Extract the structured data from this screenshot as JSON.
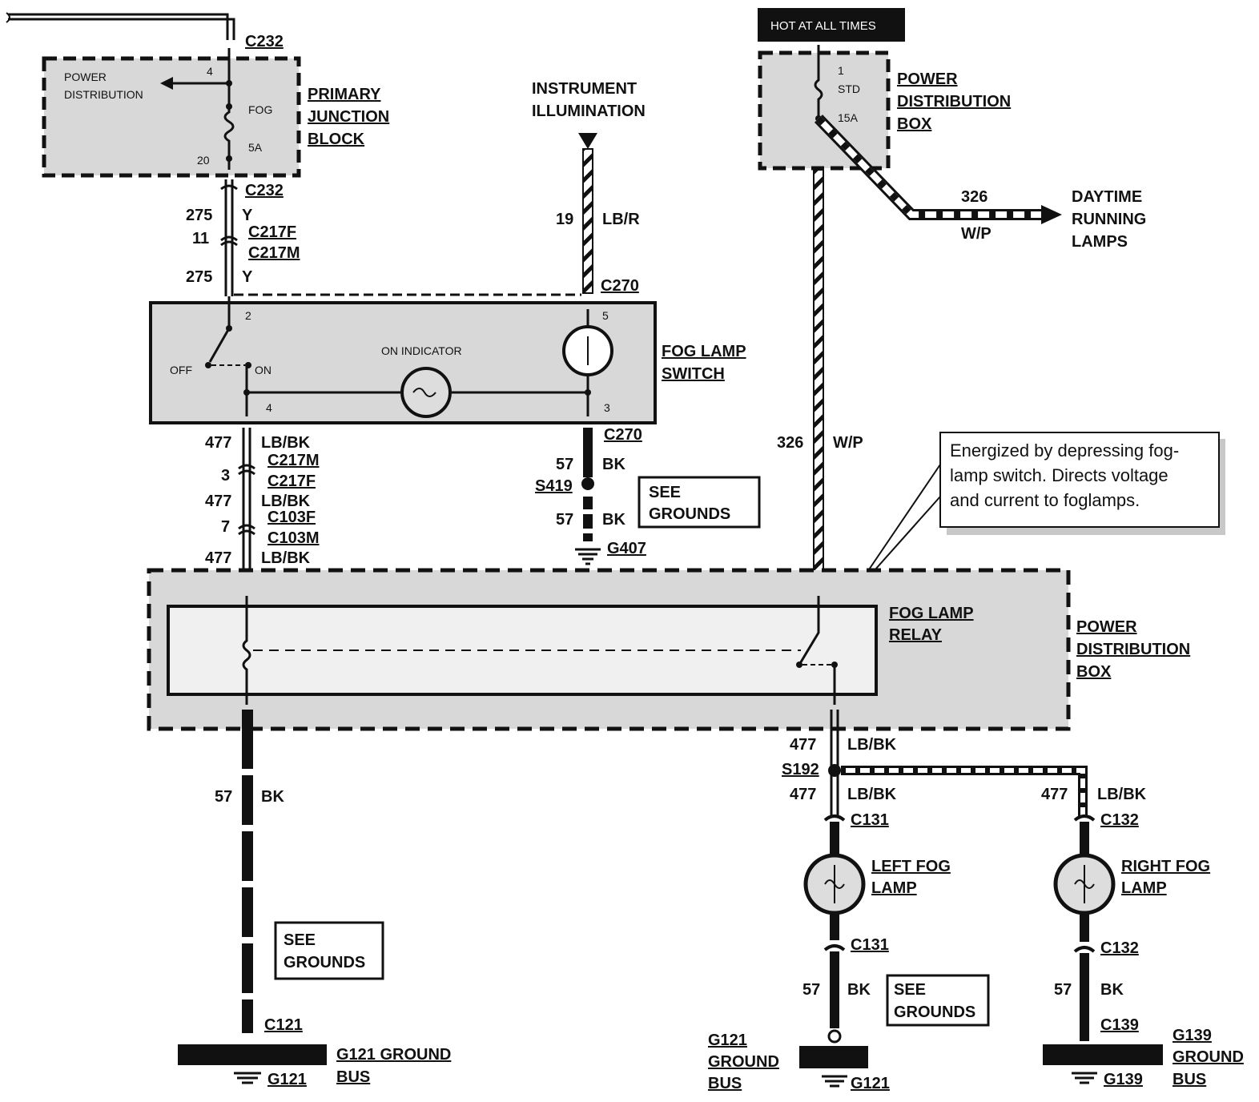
{
  "hot_banner": "HOT AT ALL TIMES",
  "primary_junction": {
    "title": [
      "PRIMARY",
      "JUNCTION",
      "BLOCK"
    ],
    "inner_label": [
      "POWER",
      "DISTRIBUTION"
    ],
    "fuse_name": "FOG",
    "fuse_rating": "5A",
    "pin_top": "4",
    "pin_bottom": "20",
    "conn_top": "C232",
    "conn_bottom": "C232"
  },
  "pdb_top": {
    "title": [
      "POWER",
      "DISTRIBUTION",
      "BOX"
    ],
    "pin": "1",
    "fuse_name": "STD",
    "fuse_rating": "15A"
  },
  "instrument": [
    "INSTRUMENT",
    "ILLUMINATION"
  ],
  "drl": {
    "circuit": "326",
    "color": "W/P",
    "label": [
      "DAYTIME",
      "RUNNING",
      "LAMPS"
    ]
  },
  "left_upper_wires": {
    "c1": "275",
    "col1": "Y",
    "pin1": "11",
    "connF": "C217F",
    "connM": "C217M",
    "c2": "275",
    "col2": "Y"
  },
  "instr_wire": {
    "circuit": "19",
    "color": "LB/R",
    "conn": "C270"
  },
  "switch": {
    "title": [
      "FOG LAMP",
      "SWITCH"
    ],
    "pin2": "2",
    "pin4": "4",
    "pin5": "5",
    "pin3": "3",
    "off": "OFF",
    "on": "ON",
    "indicator": "ON INDICATOR"
  },
  "left_mid_wires": {
    "c1": "477",
    "col1": "LB/BK",
    "conn1": "C217M",
    "pin2": "3",
    "conn2": "C217F",
    "c3": "477",
    "col3": "LB/BK",
    "conn3": "C103F",
    "pin4": "7",
    "conn4": "C103M",
    "c5": "477",
    "col5": "LB/BK"
  },
  "sw_ground": {
    "conn": "C270",
    "c1": "57",
    "col1": "BK",
    "splice": "S419",
    "c2": "57",
    "col2": "BK",
    "ground": "G407"
  },
  "see_grounds": [
    "SEE",
    "GROUNDS"
  ],
  "pdb_wire": {
    "circuit": "326",
    "color": "W/P"
  },
  "callout": [
    "Energized by depressing fog-",
    "lamp switch. Directs voltage",
    "and current to foglamps."
  ],
  "relay": {
    "title": [
      "FOG LAMP",
      "RELAY"
    ]
  },
  "pdb_bottom": {
    "title": [
      "POWER",
      "DISTRIBUTION",
      "BOX"
    ]
  },
  "left_ground": {
    "circuit": "57",
    "color": "BK",
    "conn": "C121",
    "bus": [
      "G121 GROUND",
      "BUS"
    ],
    "ground": "G121"
  },
  "lamp_feed": {
    "c1": "477",
    "col1": "LB/BK",
    "splice": "S192",
    "c2": "477",
    "col2": "LB/BK",
    "c3": "477",
    "col3": "LB/BK"
  },
  "left_lamp": {
    "conn_top": "C131",
    "title": [
      "LEFT FOG",
      "LAMP"
    ],
    "conn_bottom": "C131",
    "circuit": "57",
    "color": "BK",
    "bus": [
      "G121",
      "GROUND",
      "BUS"
    ],
    "ground": "G121"
  },
  "right_lamp": {
    "conn_top": "C132",
    "title": [
      "RIGHT FOG",
      "LAMP"
    ],
    "conn_bottom": "C132",
    "circuit": "57",
    "color": "BK",
    "conn_ground": "C139",
    "bus": [
      "G139",
      "GROUND",
      "BUS"
    ],
    "ground": "G139"
  }
}
